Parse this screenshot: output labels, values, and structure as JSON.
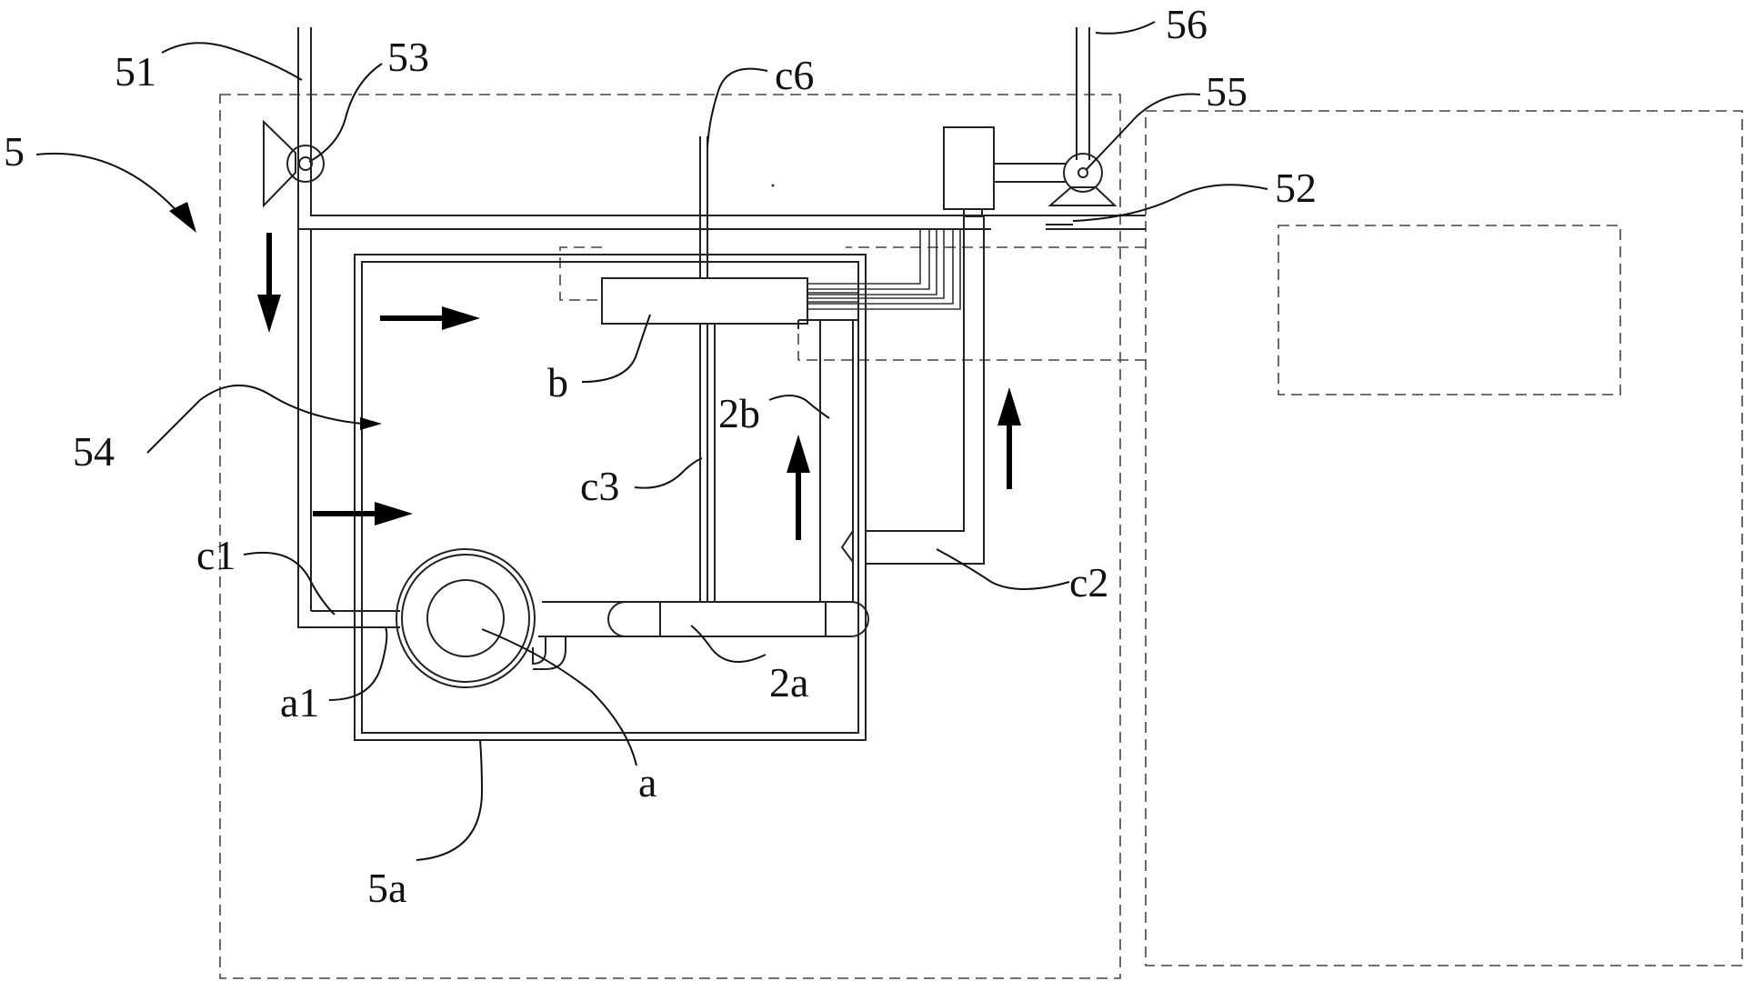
{
  "labels": {
    "l5": "5",
    "l51": "51",
    "l53": "53",
    "l56": "56",
    "lc6": "c6",
    "l55": "55",
    "l52": "52",
    "lb": "b",
    "l2b": "2b",
    "l54": "54",
    "lc3": "c3",
    "lc1": "c1",
    "lc2": "c2",
    "la1": "a1",
    "l2a": "2a",
    "la": "a",
    "l5a": "5a"
  },
  "colors": {
    "line": "#222222",
    "arrow": "#000000",
    "background": "#ffffff"
  }
}
